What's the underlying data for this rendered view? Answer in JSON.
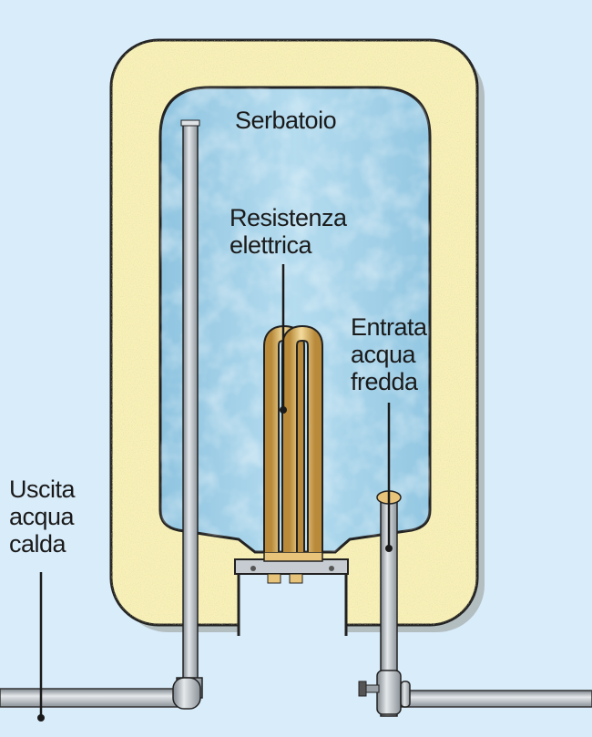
{
  "labels": {
    "tank": "Serbatoio",
    "heater_line1": "Resistenza",
    "heater_line2": "elettrica",
    "inlet_line1": "Entrata",
    "inlet_line2": "acqua",
    "inlet_line3": "fredda",
    "outlet_line1": "Uscita",
    "outlet_line2": "acqua",
    "outlet_line3": "calda"
  },
  "colors": {
    "background": "#d9ecfa",
    "insulation": "#f7f0b8",
    "water": "#a9d4ea",
    "pipe": "#b8bec4",
    "heater": "#e8c47a"
  }
}
